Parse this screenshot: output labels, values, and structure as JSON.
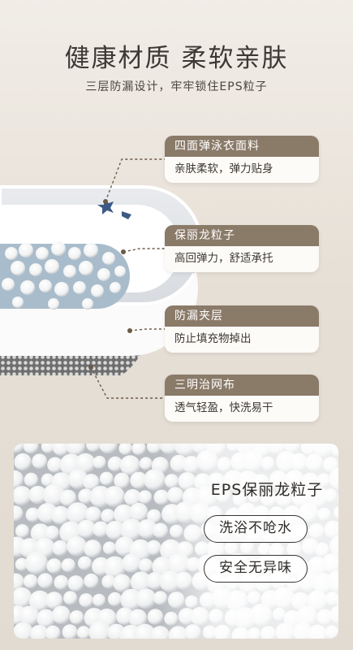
{
  "header": {
    "title": "健康材质 柔软亲肤",
    "subtitle": "三层防漏设计，牢牢锁住EPS粒子"
  },
  "callouts": [
    {
      "title": "四面弹泳衣面料",
      "desc": "亲肤柔软，弹力贴身"
    },
    {
      "title": "保丽龙粒子",
      "desc": "高回弹力，舒适承托"
    },
    {
      "title": "防漏夹层",
      "desc": "防止填充物掉出"
    },
    {
      "title": "三明治网布",
      "desc": "透气轻盈，快洗易干"
    }
  ],
  "beads_panel": {
    "label": "EPS保丽龙粒子",
    "badges": [
      "洗浴不呛水",
      "安全无异味"
    ]
  },
  "colors": {
    "callout_header": "#8a7a68",
    "leader_line": "#6b5a48",
    "fabric_star_blue": "#3b5a86",
    "fabric_star_pink": "#e9a6a0"
  }
}
